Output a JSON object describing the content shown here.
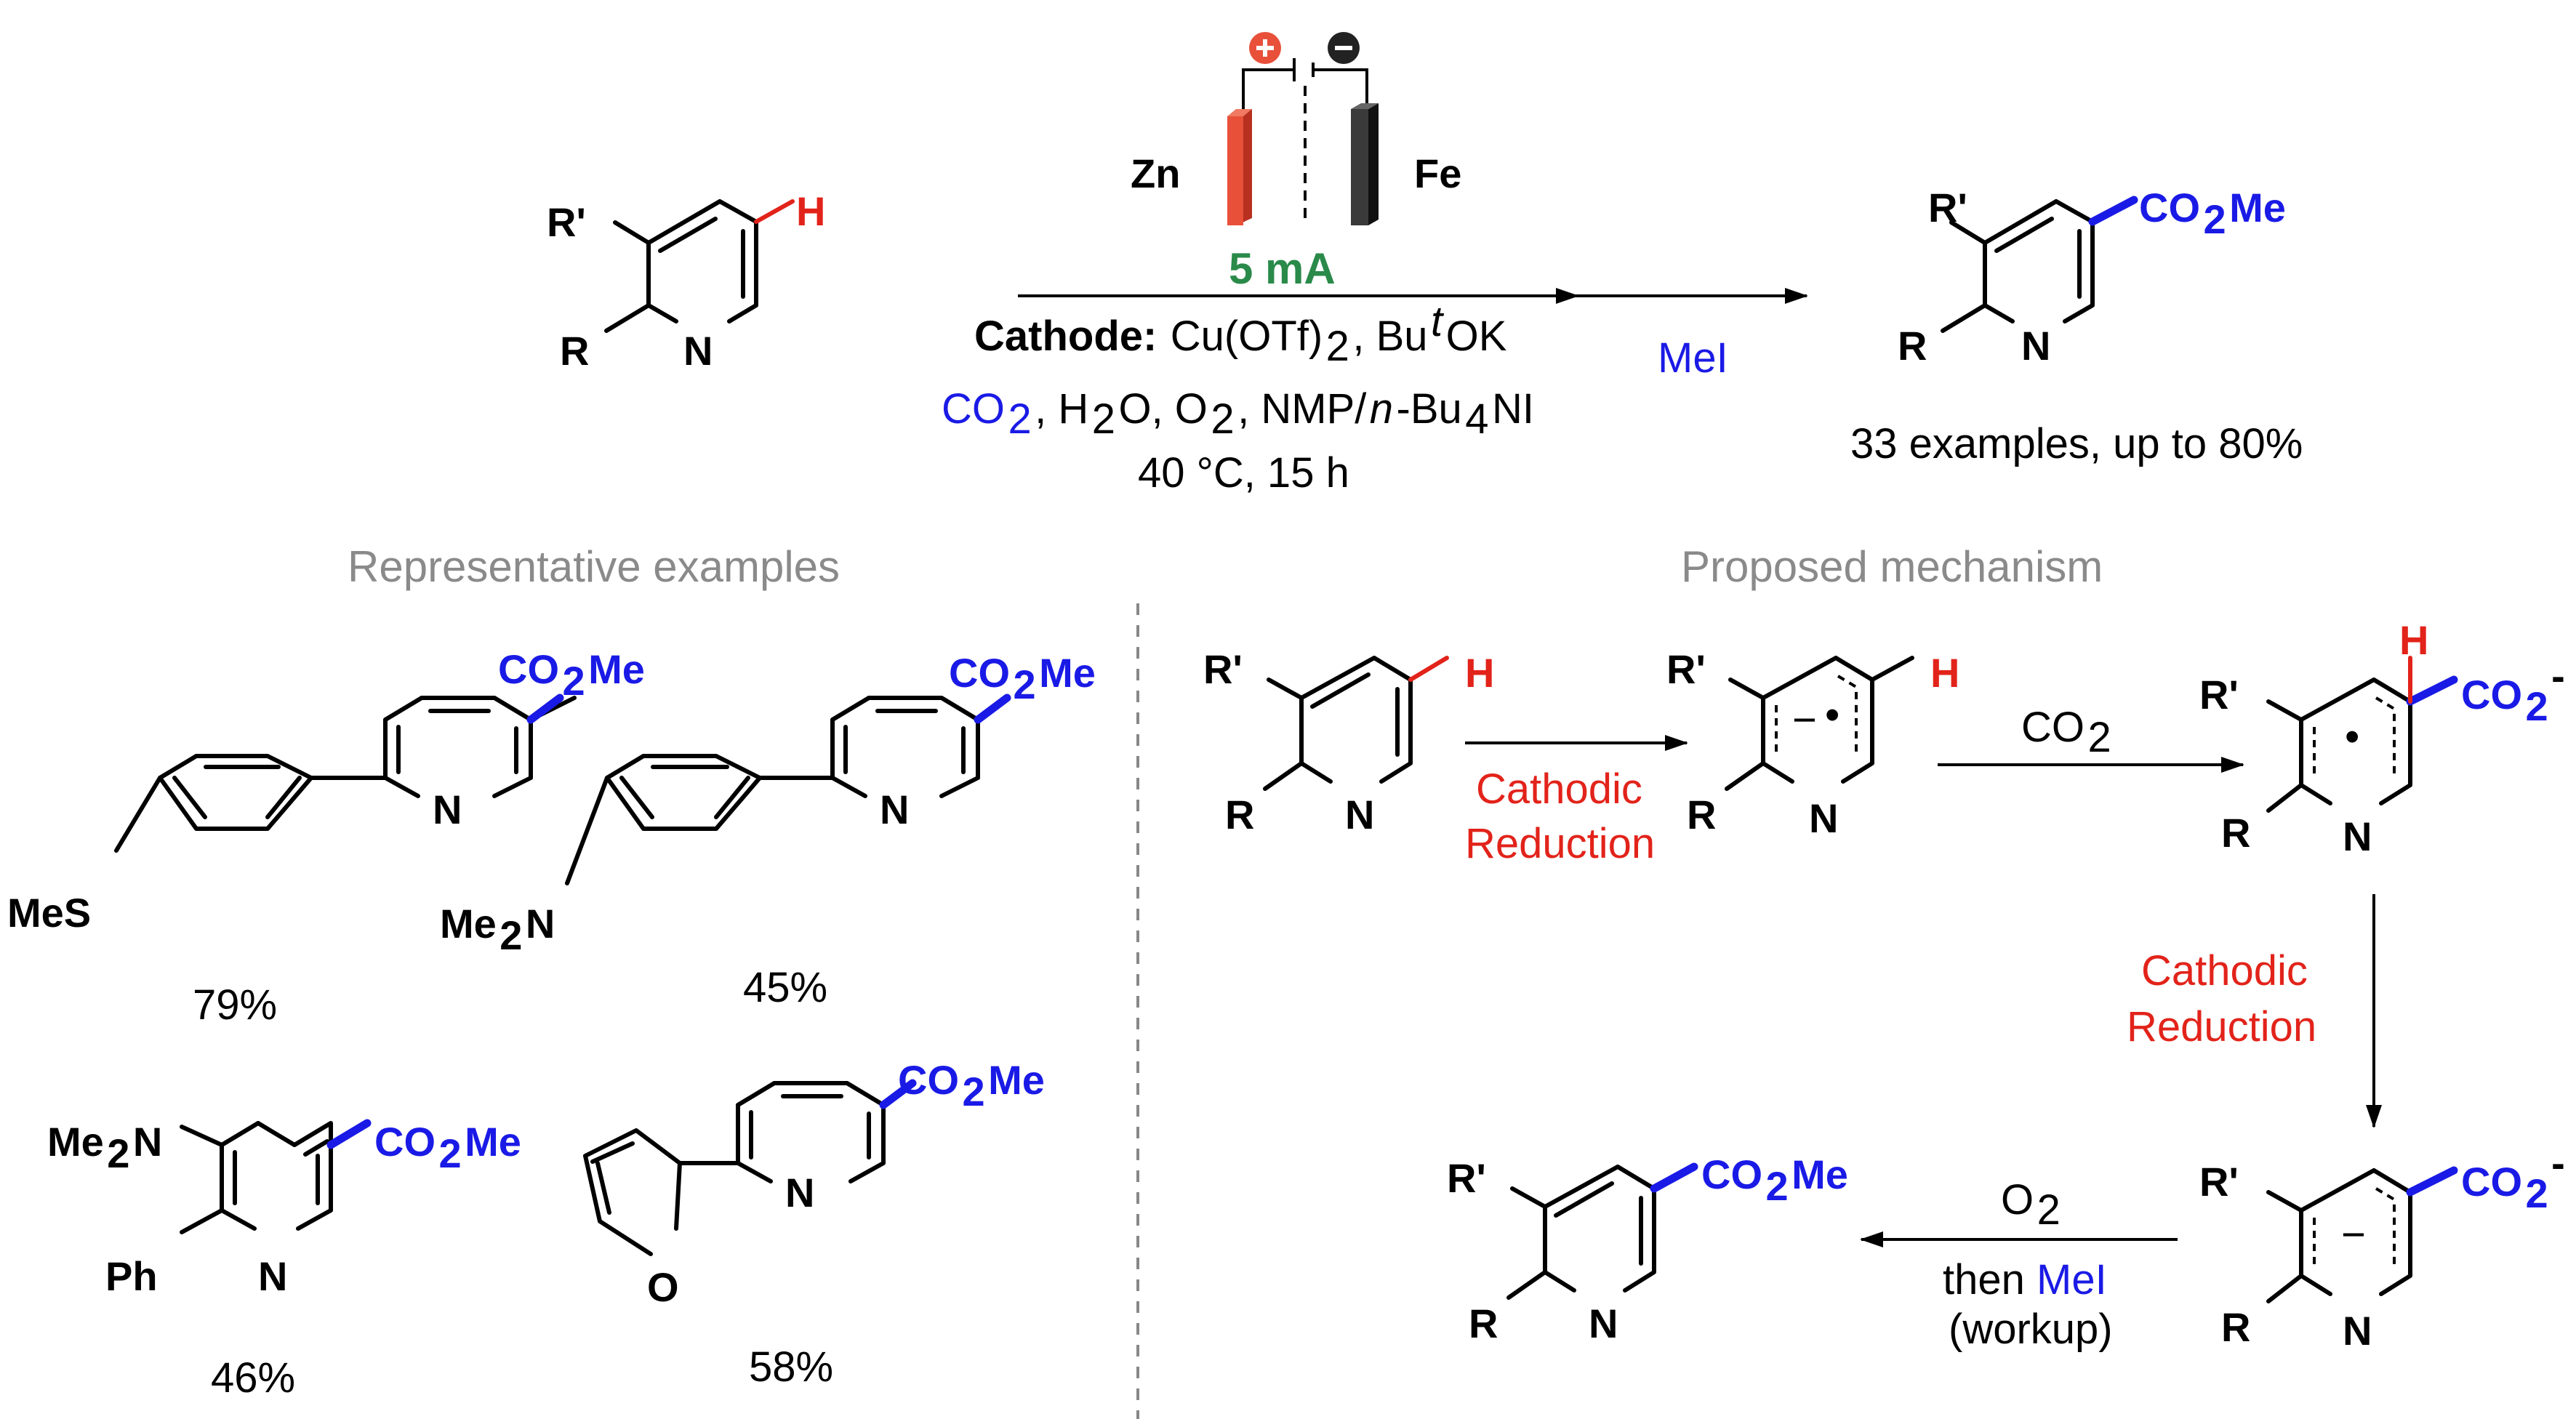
{
  "reaction": {
    "substrate": {
      "sub_r1": "R'",
      "sub_r2": "R",
      "sub_n": "N",
      "sub_h": "H"
    },
    "conditions": {
      "anode": "Zn",
      "cathode_metal": "Fe",
      "current": "5 mA",
      "cathode_label": "Cathode:",
      "catalyst": "Cu(OTf)",
      "catalyst_sub": "2",
      "base_prefix": ", Bu",
      "base_sup": "t",
      "base_suffix": "OK",
      "co2": "CO",
      "co2_sub": "2",
      "reagents_mid": ", H",
      "h2o_sub": "2",
      "reagents_mid2": "O, O",
      "o2_sub": "2",
      "reagents_end": ", NMP/",
      "italic_n": "n",
      "tba": "-Bu",
      "tba_sub": "4",
      "tba_end": "NI",
      "temp_time": "40 °C, 15 h",
      "second_step": "MeI"
    },
    "product": {
      "r1": "R'",
      "r2": "R",
      "n": "N",
      "ester": "CO",
      "ester_sub": "2",
      "ester_end": "Me"
    },
    "summary": "33 examples, up to 80%"
  },
  "sections": {
    "left_title": "Representative examples",
    "right_title": "Proposed mechanism"
  },
  "examples": [
    {
      "substituent": "MeS",
      "n": "N",
      "ester": "CO",
      "ester_sub": "2",
      "ester_end": "Me",
      "yield": "79%"
    },
    {
      "substituent_a": "Me",
      "substituent_sub": "2",
      "substituent_b": "N",
      "n": "N",
      "ester": "CO",
      "ester_sub": "2",
      "ester_end": "Me",
      "yield": "45%"
    },
    {
      "substituent_a": "Me",
      "substituent_sub": "2",
      "substituent_b": "N",
      "ph": "Ph",
      "n": "N",
      "ester": "CO",
      "ester_sub": "2",
      "ester_end": "Me",
      "yield": "46%"
    },
    {
      "o": "O",
      "n": "N",
      "ester": "CO",
      "ester_sub": "2",
      "ester_end": "Me",
      "yield": "58%"
    }
  ],
  "mechanism": {
    "step1_label_a": "Cathodic",
    "step1_label_b": "Reduction",
    "step2_label": "CO",
    "step2_sub": "2",
    "step3_label_a": "Cathodic",
    "step3_label_b": "Reduction",
    "step4_o2": "O",
    "step4_o2_sub": "2",
    "step4_then": "then ",
    "step4_mei": "MeI",
    "step4_workup": "(workup)",
    "r1": "R'",
    "r2": "R",
    "n": "N",
    "h": "H",
    "carboxylate": "CO",
    "carboxylate_sub": "2",
    "carboxylate_charge": "-",
    "radical_dot": "•",
    "anion_sign": "−"
  },
  "colors": {
    "red": "#e2231a",
    "blue": "#1a1ae6",
    "green": "#2a8a4a",
    "gray": "#8a8a8a",
    "electrode_red": "#e8503a",
    "electrode_dark": "#3a3a3a"
  }
}
